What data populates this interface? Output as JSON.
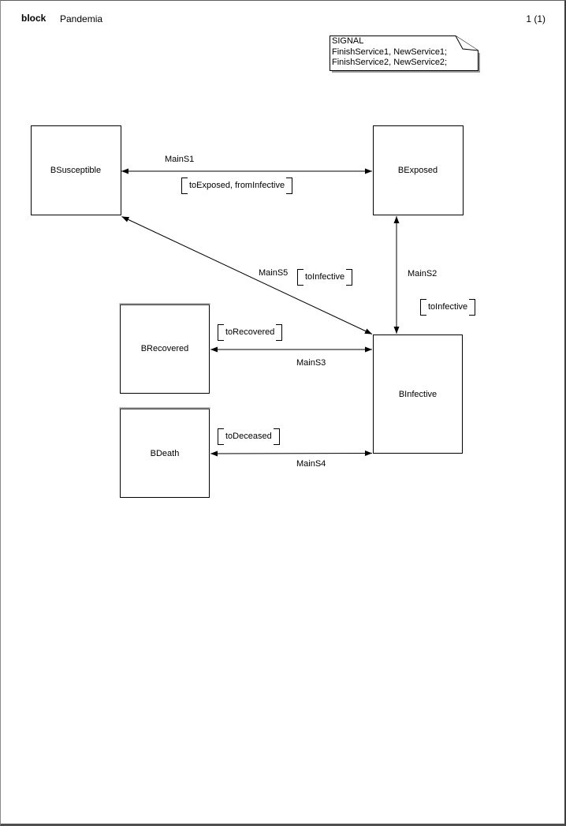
{
  "header": {
    "kind_label": "block",
    "title": "Pandemia",
    "page_indicator": "1 (1)"
  },
  "signal_note": {
    "line1": "SIGNAL",
    "line2": "FinishService1, NewService1;",
    "line3": "FinishService2, NewService2;"
  },
  "blocks": {
    "susceptible": "BSusceptible",
    "exposed": "BExposed",
    "recovered": "BRecovered",
    "death": "BDeath",
    "infective": "BInfective"
  },
  "channels": {
    "s1": {
      "name": "MainS1",
      "signals": "toExposed, fromInfective"
    },
    "s2": {
      "name": "MainS2",
      "signals": "toInfective"
    },
    "s3": {
      "name": "MainS3",
      "signals": "toRecovered"
    },
    "s4": {
      "name": "MainS4",
      "signals": "toDeceased"
    },
    "s5": {
      "name": "MainS5",
      "signals": "toInfective"
    }
  },
  "colors": {
    "line": "#000000",
    "note_shadow": "#9a9a9a",
    "box_top_accent": "#8a8a8a",
    "page_background": "#ffffff"
  }
}
